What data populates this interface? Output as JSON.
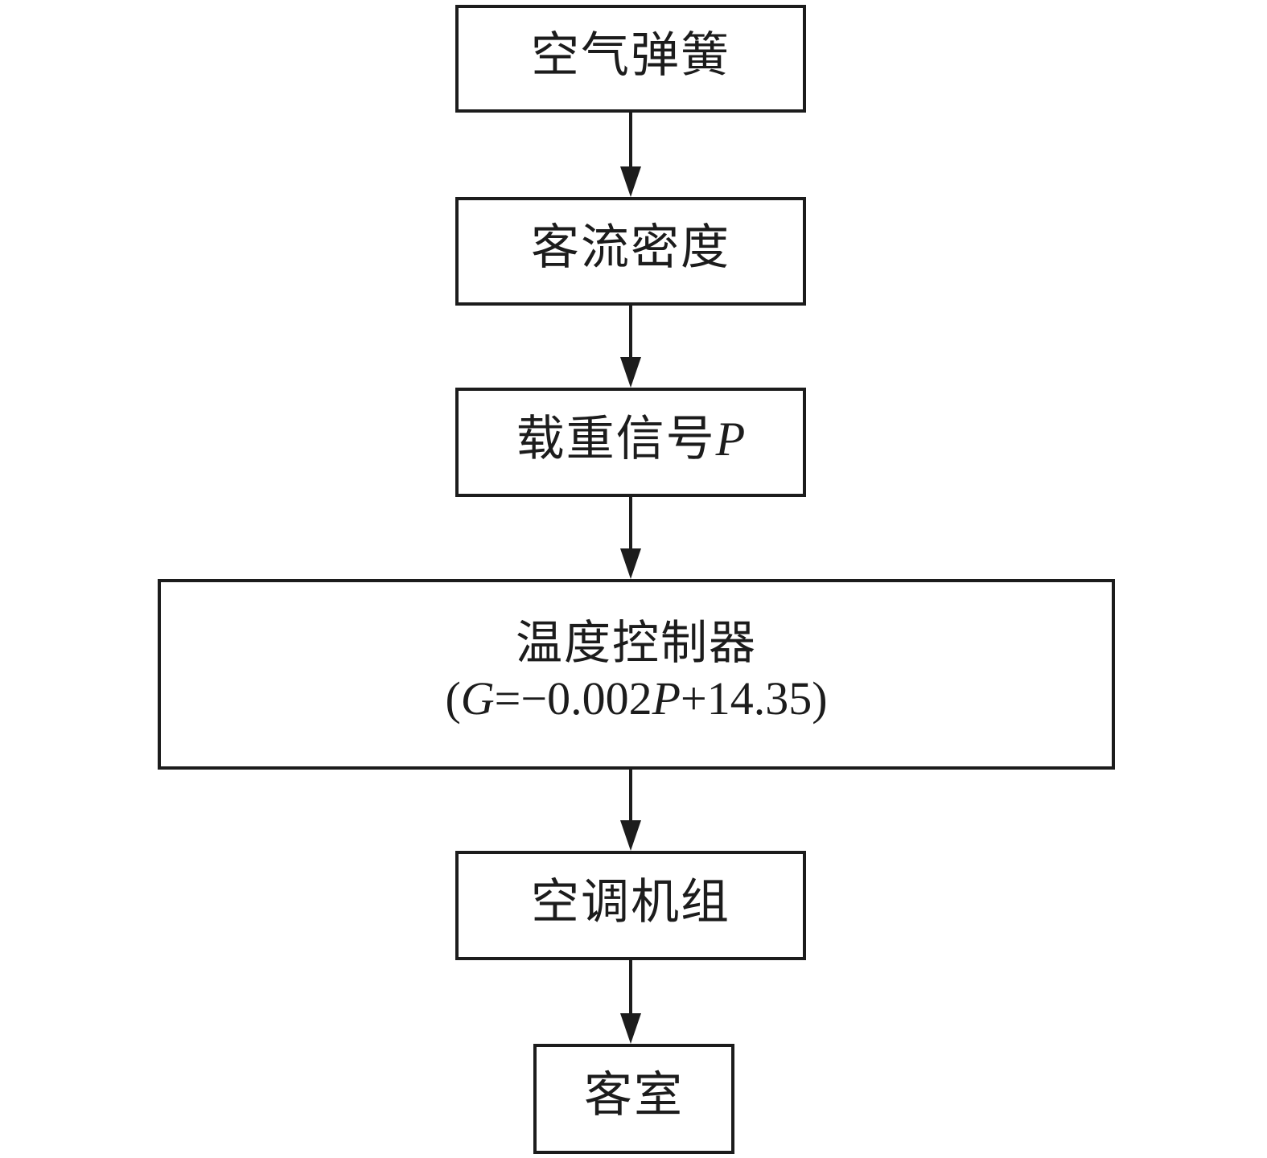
{
  "diagram": {
    "type": "flowchart",
    "direction": "top-to-bottom",
    "stroke_color": "#1c1c1c",
    "background_color": "#ffffff",
    "nodes": [
      {
        "id": "air-spring",
        "label": "空气弹簧"
      },
      {
        "id": "passenger-density",
        "label": "客流密度"
      },
      {
        "id": "load-signal",
        "label_text": "载重信号",
        "label_var": "P"
      },
      {
        "id": "temperature-controller",
        "line1": "温度控制器",
        "formula": {
          "open": "(",
          "var1": "G",
          "mid": "=−0.002",
          "var2": "P",
          "close": "+14.35)"
        }
      },
      {
        "id": "ac-unit",
        "label": "空调机组"
      },
      {
        "id": "cabin",
        "label": "客室"
      }
    ],
    "edges": [
      {
        "from": "air-spring",
        "to": "passenger-density"
      },
      {
        "from": "passenger-density",
        "to": "load-signal"
      },
      {
        "from": "load-signal",
        "to": "temperature-controller"
      },
      {
        "from": "temperature-controller",
        "to": "ac-unit"
      },
      {
        "from": "ac-unit",
        "to": "cabin"
      }
    ]
  }
}
